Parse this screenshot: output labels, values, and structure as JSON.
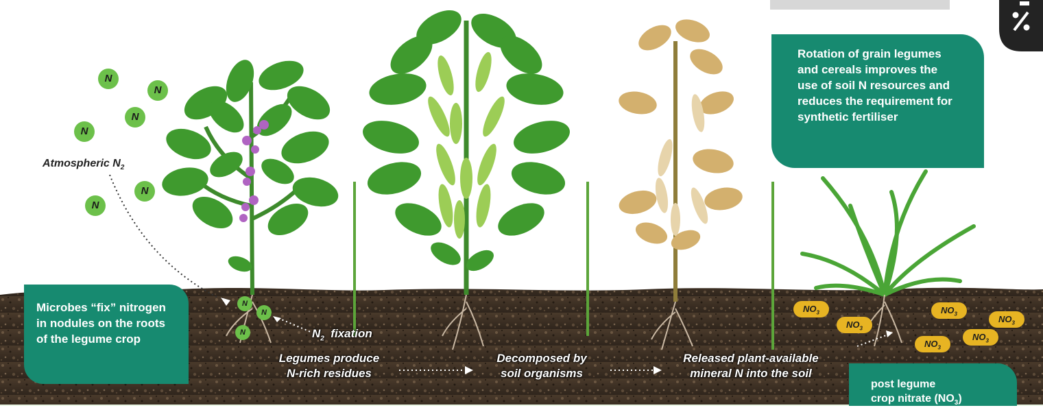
{
  "atmosphere": {
    "label": "Atmospheric N",
    "label_sub": "2",
    "n_symbol": "N"
  },
  "callouts": {
    "microbes": "Microbes “fix” nitrogen in nodules on the roots of the legume crop",
    "rotation": "Rotation of grain legumes and cereals improves the use of soil N resources and reduces the requirement for synthetic fertiliser",
    "post_legume_line1": "post legume",
    "post_legume_line2": "crop nitrate (NO",
    "post_legume_sub": "3",
    "post_legume_end": ")"
  },
  "soil_labels": {
    "fixation": "N",
    "fixation_sub": "2",
    "fixation_rest": "fixation",
    "residues_line1": "Legumes produce",
    "residues_line2": "N-rich residues",
    "decomposed_line1": "Decomposed by",
    "decomposed_line2": "soil organisms",
    "released_line1": "Released plant-available",
    "released_line2": "mineral N into the soil"
  },
  "nitrate": {
    "text": "NO",
    "sub": "3"
  },
  "colors": {
    "callout_green": "#178a70",
    "leaf_green": "#3f9a2e",
    "pod_green": "#9ccd56",
    "dry_leaf": "#d3b06e",
    "soil": "#3f3226",
    "nitrate": "#e7b423",
    "n_ball": "#6cc04a",
    "flower": "#b064c2"
  },
  "icons": [
    "percent-icon"
  ]
}
